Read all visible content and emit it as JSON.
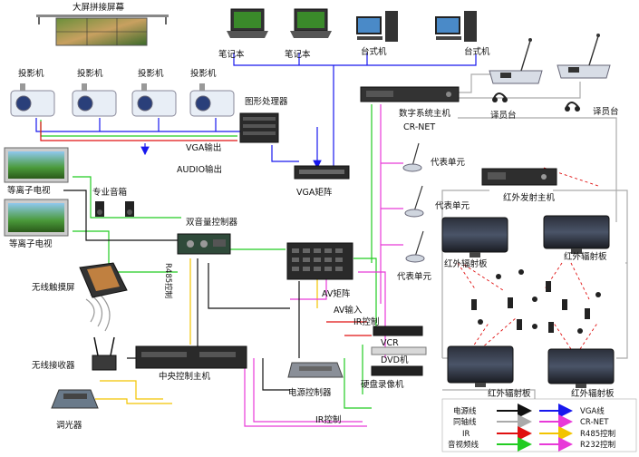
{
  "devices": {
    "big_screen": "大屏拼接屏幕",
    "projector": "投影机",
    "plasma_tv": "等离子电视",
    "speaker": "专业音箱",
    "laptop": "笔记本",
    "desktop": "台式机",
    "graphics_processor": "图形处理器",
    "vga_output": "VGA输出",
    "audio_output": "AUDIO输出",
    "vga_matrix": "VGA矩阵",
    "digital_host": "数字系统主机",
    "cr_net": "CR-NET",
    "interpreter": "译员台",
    "delegate": "代表单元",
    "ir_transmitter": "红外发射主机",
    "ir_radiator": "红外辐射板",
    "dual_volume": "双音量控制器",
    "rs485": "R485控制",
    "touch_screen": "无线触摸屏",
    "receiver": "无线接收器",
    "av_matrix": "AV矩阵",
    "av_input": "AV输入",
    "ir_control": "IR控制",
    "vcr": "VCR",
    "dvd": "DVD机",
    "hdd_recorder": "硬盘录像机",
    "central_host": "中央控制主机",
    "power_controller": "电源控制器",
    "dimmer": "调光器"
  },
  "legend": {
    "items": [
      {
        "label": "电源线",
        "color": "#111111"
      },
      {
        "label": "同轴线",
        "color": "#aaaaaa"
      },
      {
        "label": "IR",
        "color": "#e01010"
      },
      {
        "label": "音视频线",
        "color": "#22cc22"
      },
      {
        "label": "VGA线",
        "color": "#1818ee"
      },
      {
        "label": "CR-NET",
        "color": "#e83ad8"
      },
      {
        "label": "R485控制",
        "color": "#f2c400"
      },
      {
        "label": "R232控制",
        "color": "#e83ad8"
      }
    ]
  }
}
